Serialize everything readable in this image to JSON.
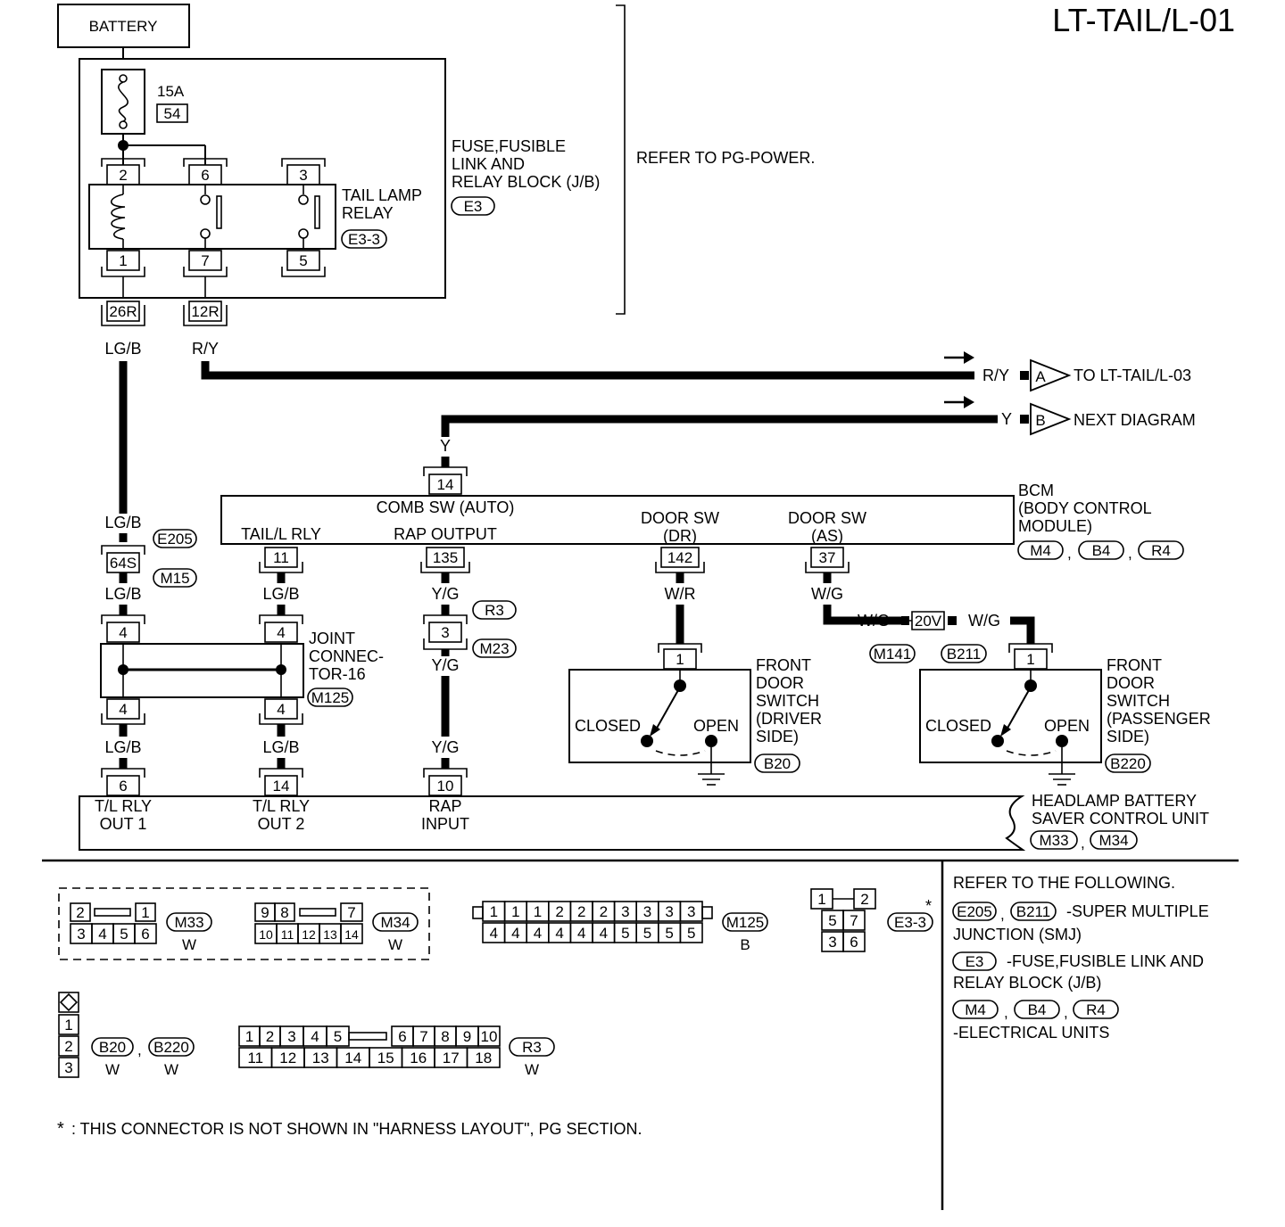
{
  "title": "LT-TAIL/L-01",
  "battery": "BATTERY",
  "fuse": {
    "amp": "15A",
    "num": "54"
  },
  "jb": {
    "label1": "FUSE,FUSIBLE",
    "label2": "LINK AND",
    "label3": "RELAY BLOCK (J/B)",
    "conn": "E3"
  },
  "refer_pg": "REFER TO PG-POWER.",
  "relay": {
    "label1": "TAIL LAMP",
    "label2": "RELAY",
    "conn": "E3-3",
    "pins_top": [
      "2",
      "6",
      "3"
    ],
    "pins_bottom": [
      "1",
      "7",
      "5"
    ]
  },
  "jb_terms": {
    "left": "26R",
    "right": "12R"
  },
  "wires": {
    "lgb": "LG/B",
    "ry": "R/Y",
    "y": "Y",
    "yg": "Y/G",
    "wr": "W/R",
    "wg": "W/G"
  },
  "arrows": {
    "a": {
      "wire": "R/Y",
      "letter": "A",
      "dest": "TO LT-TAIL/L-03"
    },
    "b": {
      "wire": "Y",
      "letter": "B",
      "dest": "NEXT DIAGRAM"
    }
  },
  "bcm": {
    "label1": "BCM",
    "label2": "(BODY CONTROL",
    "label3": " MODULE)",
    "conns": [
      "M4",
      "B4",
      "R4"
    ],
    "pin14": "14",
    "comb_sw": "COMB SW (AUTO)",
    "tail_l_rly": "TAIL/L RLY",
    "pin11": "11",
    "rap_output": "RAP OUTPUT",
    "pin135": "135",
    "door_dr1": "DOOR SW",
    "door_dr2": "(DR)",
    "pin142": "142",
    "door_as1": "DOOR SW",
    "door_as2": "(AS)",
    "pin37": "37"
  },
  "smj": {
    "conn1": "E205",
    "conn2": "M15",
    "term": "64S"
  },
  "joint": {
    "label1": "JOINT",
    "label2": "CONNEC-",
    "label3": "TOR-16",
    "conn": "M125",
    "pin": "4"
  },
  "r3": {
    "conn1": "R3",
    "conn2": "M23",
    "pin": "3"
  },
  "w_g_conn": {
    "term": "20V",
    "conn1": "M141",
    "conn2": "B211"
  },
  "front_dr": {
    "pin": "1",
    "label1": "FRONT",
    "label2": "DOOR",
    "label3": "SWITCH",
    "label4": "(DRIVER",
    "label5": " SIDE)",
    "closed": "CLOSED",
    "open": "OPEN",
    "conn": "B20"
  },
  "front_as": {
    "pin": "1",
    "label1": "FRONT",
    "label2": "DOOR",
    "label3": "SWITCH",
    "label4": "(PASSENGER",
    "label5": " SIDE)",
    "closed": "CLOSED",
    "open": "OPEN",
    "conn": "B220"
  },
  "hbs": {
    "label1": "HEADLAMP BATTERY",
    "label2": "SAVER CONTROL UNIT",
    "conns": [
      "M33",
      "M34"
    ],
    "p6": "6",
    "p6a": "T/L RLY",
    "p6b": "OUT 1",
    "p14": "14",
    "p14a": "T/L RLY",
    "p14b": "OUT 2",
    "p10": "10",
    "p10a": "RAP",
    "p10b": "INPUT"
  },
  "legend": {
    "refer_title": "REFER TO THE FOLLOWING.",
    "smj_conns": [
      "E205",
      "B211"
    ],
    "smj_text1": "-SUPER MULTIPLE",
    "smj_text2": "JUNCTION (SMJ)",
    "jb_conn": "E3",
    "jb_text1": "-FUSE,FUSIBLE LINK AND",
    "jb_text2": "RELAY BLOCK (J/B)",
    "eu_conns": [
      "M4",
      "B4",
      "R4"
    ],
    "eu_text": "-ELECTRICAL UNITS",
    "footnote": ": THIS CONNECTOR IS NOT SHOWN IN \"HARNESS LAYOUT\", PG SECTION.",
    "star": "*",
    "m33": {
      "name": "M33",
      "color": "W",
      "top": [
        "2",
        "1"
      ],
      "bottom": [
        "3",
        "4",
        "5",
        "6"
      ]
    },
    "m34": {
      "name": "M34",
      "color": "W",
      "top": [
        "9",
        "8",
        "7"
      ],
      "bottom": [
        "10",
        "11",
        "12",
        "13",
        "14"
      ]
    },
    "m125": {
      "name": "M125",
      "color": "B",
      "top": [
        "1",
        "1",
        "1",
        "2",
        "2",
        "2",
        "3",
        "3",
        "3",
        "3"
      ],
      "bottom": [
        "4",
        "4",
        "4",
        "4",
        "4",
        "4",
        "5",
        "5",
        "5",
        "5"
      ]
    },
    "e33": {
      "name": "E3-3",
      "p1": "1",
      "p2": "2",
      "p5": "5",
      "p7": "7",
      "p3": "3",
      "p6": "6"
    },
    "b20": {
      "name1": "B20",
      "name2": "B220",
      "color": "W",
      "pins": [
        "1",
        "2",
        "3"
      ]
    },
    "r3": {
      "name": "R3",
      "color": "W",
      "top": [
        "1",
        "2",
        "3",
        "4",
        "5",
        "6",
        "7",
        "8",
        "9",
        "10"
      ],
      "bottom": [
        "11",
        "12",
        "13",
        "14",
        "15",
        "16",
        "17",
        "18"
      ]
    }
  }
}
